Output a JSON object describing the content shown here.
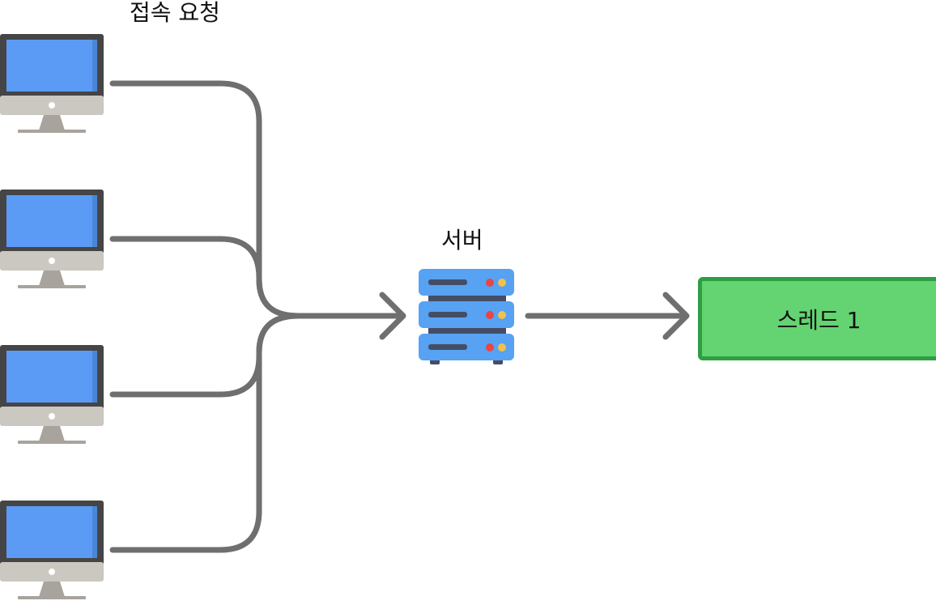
{
  "labels": {
    "clients": "접속 요청",
    "server": "서버",
    "thread": "스레드 1"
  },
  "clients": [
    {
      "icon": "monitor-icon"
    },
    {
      "icon": "monitor-icon"
    },
    {
      "icon": "monitor-icon"
    },
    {
      "icon": "monitor-icon"
    }
  ],
  "server": {
    "icon": "server-icon"
  },
  "colors": {
    "connector": "#6f6f6f",
    "monitor_screen": "#5b9bf5",
    "monitor_bezel": "#454545",
    "monitor_body": "#cbc7c1",
    "server_unit": "#57a2f2",
    "thread_fill": "#63d471",
    "thread_border": "#2e9e44"
  }
}
